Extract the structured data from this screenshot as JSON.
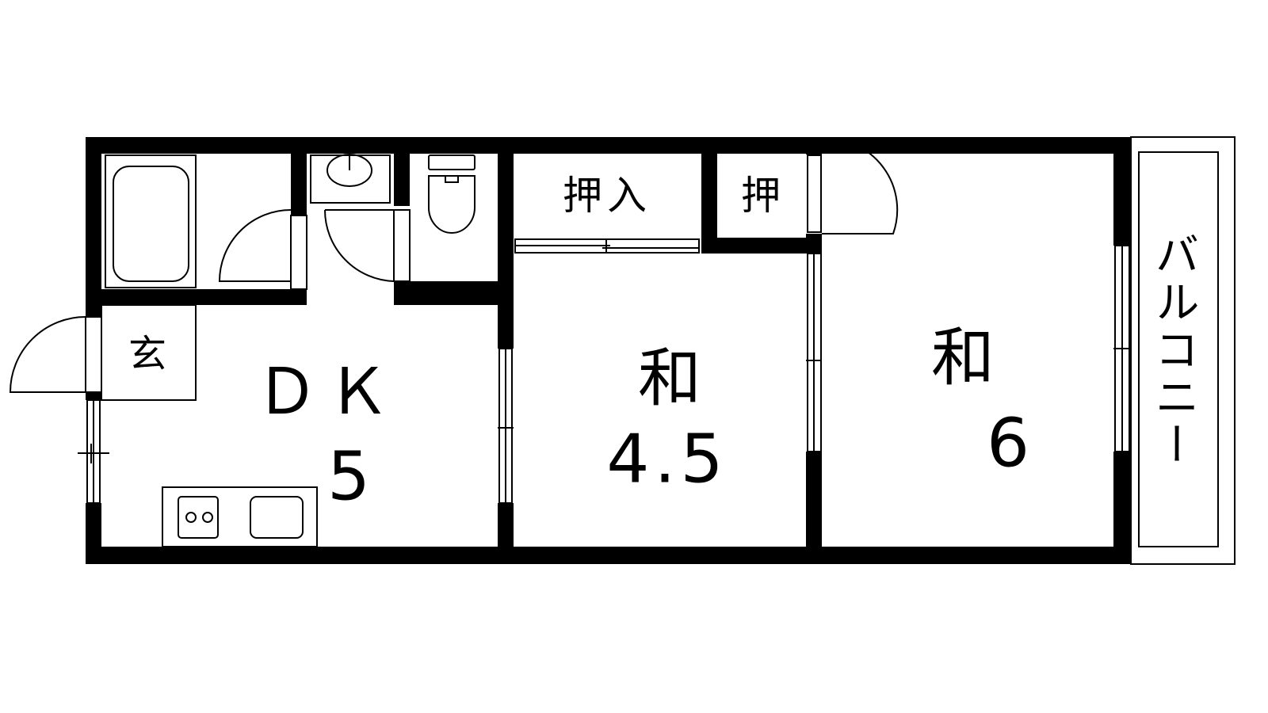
{
  "rooms": {
    "dk": {
      "name": "ＤＫ",
      "size": "5"
    },
    "washitsu1": {
      "name": "和",
      "size": "4.5"
    },
    "washitsu2": {
      "name": "和",
      "size": "6"
    },
    "closet_large": "押入",
    "closet_small": "押",
    "entrance": "玄",
    "balcony": "バルコニー"
  },
  "colors": {
    "wall": "#000000",
    "background": "#ffffff"
  }
}
